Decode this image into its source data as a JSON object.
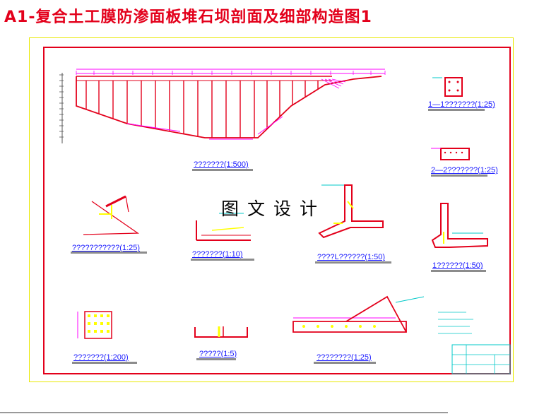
{
  "title": "A1-复合土工膜防渗面板堆石坝剖面及细部构造图1",
  "watermark": "图文设计",
  "captions": {
    "main_profile": "???????(1:500)",
    "section_1": "1—1???????(1:25)",
    "section_2": "2—2???????(1:25)",
    "detail_a": "???????????(1:25)",
    "detail_b": "???????(1:10)",
    "detail_c": "????L??????(1:50)",
    "detail_d": "1??????(1:50)",
    "detail_e": "???????(1:200)",
    "detail_f": "?????(1:5)",
    "detail_g": "????????(1:25)"
  },
  "colors": {
    "title": "#e3001b",
    "sheet_border": "#e8e800",
    "frame": "#e3001b",
    "structure": "#e3001b",
    "dimension": "#ff00ff",
    "annotation": "#00c8c8",
    "caption": "#1a1aff",
    "fill_yellow": "#ffff00"
  }
}
